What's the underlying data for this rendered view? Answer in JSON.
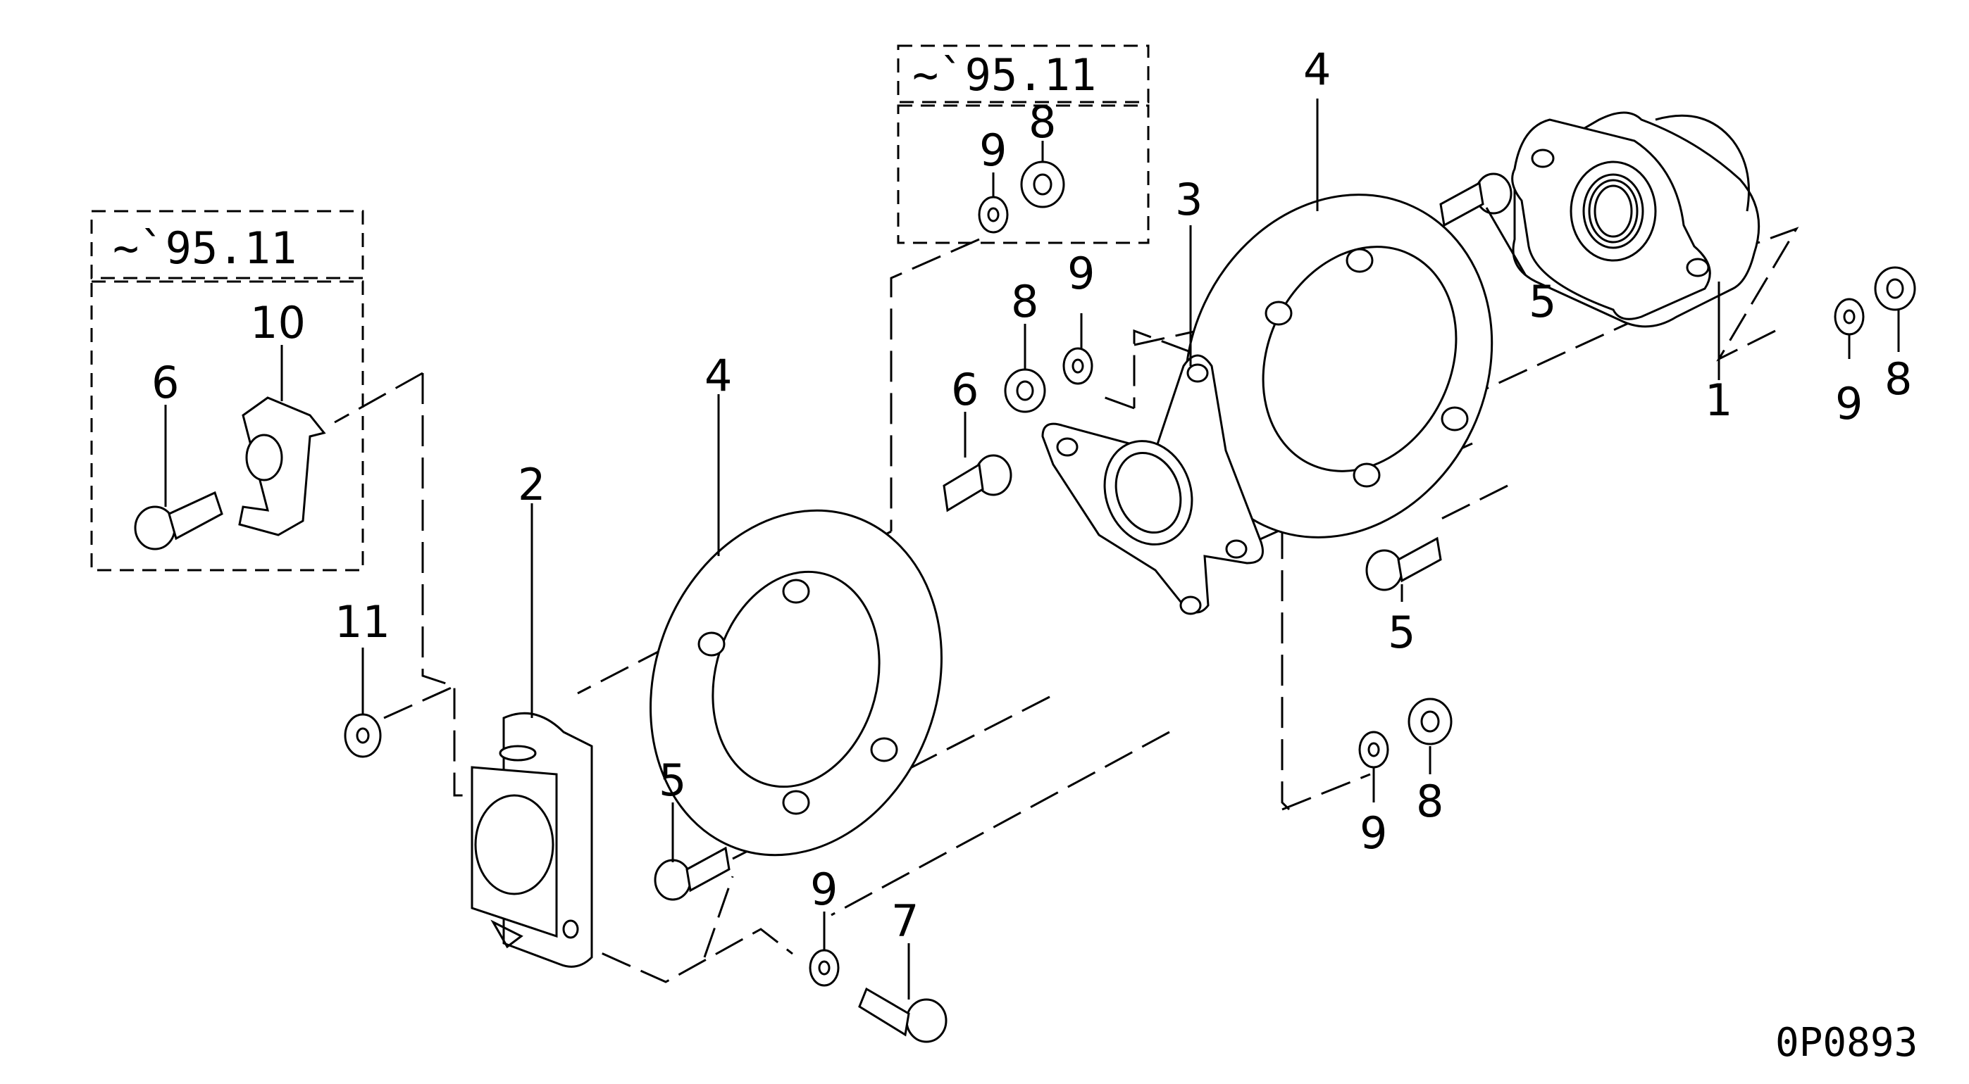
{
  "diagram": {
    "drawing_ref": "0P0893",
    "serial_boxes": [
      {
        "label": "~`95.11"
      },
      {
        "label": "~`95.11"
      }
    ],
    "callouts": {
      "c1": "1",
      "c2": "2",
      "c3": "3",
      "c4a": "4",
      "c4b": "4",
      "c5a": "5",
      "c5b": "5",
      "c5c": "5",
      "c6a": "6",
      "c6b": "6",
      "c7": "7",
      "c8a": "8",
      "c8b": "8",
      "c8c": "8",
      "c8d": "8",
      "c9a": "9",
      "c9b": "9",
      "c9c": "9",
      "c9d": "9",
      "c9e": "9",
      "c10": "10",
      "c11": "11"
    }
  }
}
